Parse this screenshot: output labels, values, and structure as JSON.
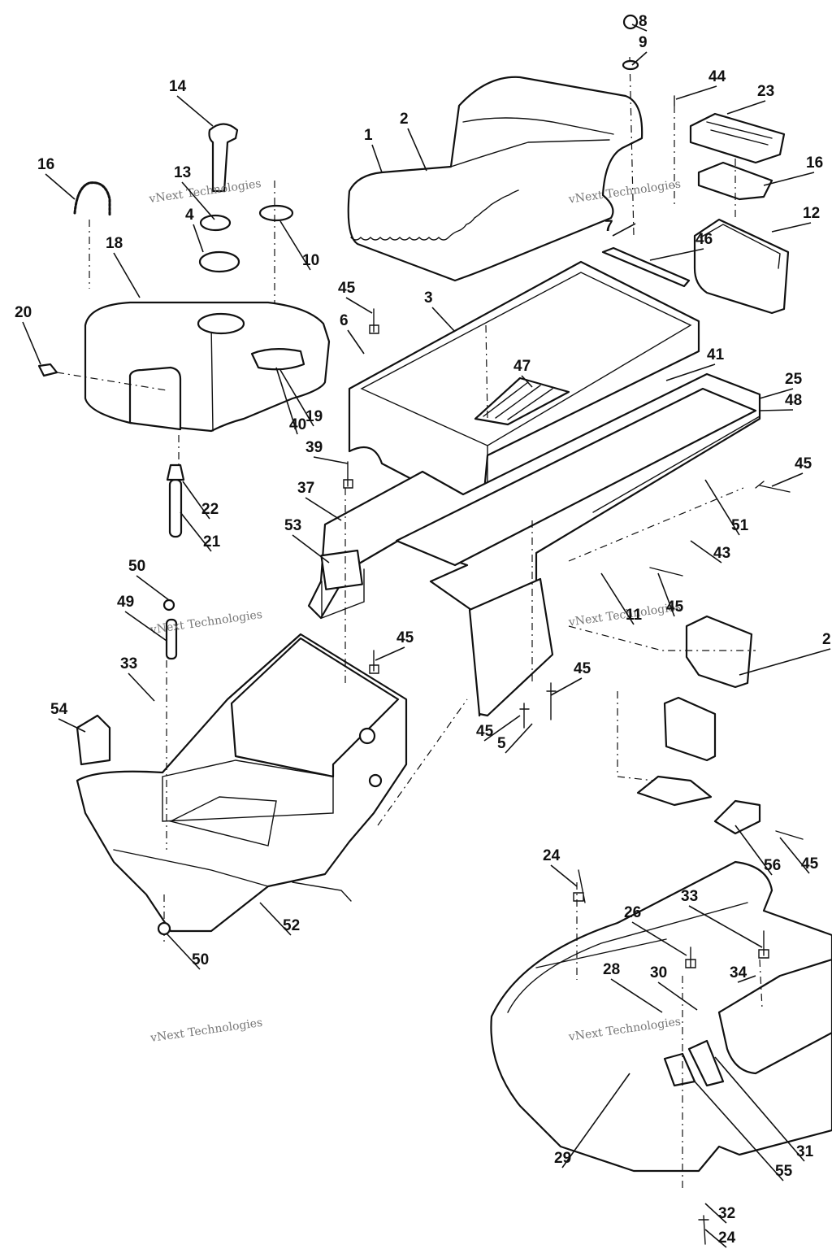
{
  "diagram": {
    "watermark": {
      "line1": "vNext",
      "line2": "vNext Technologies",
      "line3": "Technologies"
    },
    "callouts": [
      {
        "id": "c1",
        "text": "1"
      },
      {
        "id": "c2",
        "text": "2"
      },
      {
        "id": "c3",
        "text": "3"
      },
      {
        "id": "c4",
        "text": "4"
      },
      {
        "id": "c5",
        "text": "5"
      },
      {
        "id": "c6",
        "text": "6"
      },
      {
        "id": "c7",
        "text": "7"
      },
      {
        "id": "c8",
        "text": "8"
      },
      {
        "id": "c9",
        "text": "9"
      },
      {
        "id": "c10",
        "text": "10"
      },
      {
        "id": "c11",
        "text": "11"
      },
      {
        "id": "c12",
        "text": "12"
      },
      {
        "id": "c13",
        "text": "13"
      },
      {
        "id": "c14",
        "text": "14"
      },
      {
        "id": "c16a",
        "text": "16"
      },
      {
        "id": "c16b",
        "text": "16"
      },
      {
        "id": "c18",
        "text": "18"
      },
      {
        "id": "c19",
        "text": "19"
      },
      {
        "id": "c20",
        "text": "20"
      },
      {
        "id": "c21",
        "text": "21"
      },
      {
        "id": "c22",
        "text": "22"
      },
      {
        "id": "c23",
        "text": "23"
      },
      {
        "id": "c24a",
        "text": "24"
      },
      {
        "id": "c24b",
        "text": "24"
      },
      {
        "id": "c25",
        "text": "25"
      },
      {
        "id": "c26",
        "text": "26"
      },
      {
        "id": "c27",
        "text": "2"
      },
      {
        "id": "c28",
        "text": "28"
      },
      {
        "id": "c29",
        "text": "29"
      },
      {
        "id": "c30",
        "text": "30"
      },
      {
        "id": "c31",
        "text": "31"
      },
      {
        "id": "c32",
        "text": "32"
      },
      {
        "id": "c33a",
        "text": "33"
      },
      {
        "id": "c33b",
        "text": "33"
      },
      {
        "id": "c34",
        "text": "34"
      },
      {
        "id": "c37",
        "text": "37"
      },
      {
        "id": "c39",
        "text": "39"
      },
      {
        "id": "c40",
        "text": "40"
      },
      {
        "id": "c41",
        "text": "41"
      },
      {
        "id": "c43",
        "text": "43"
      },
      {
        "id": "c44",
        "text": "44"
      },
      {
        "id": "c45a",
        "text": "45"
      },
      {
        "id": "c45b",
        "text": "45"
      },
      {
        "id": "c45c",
        "text": "45"
      },
      {
        "id": "c45d",
        "text": "45"
      },
      {
        "id": "c45e",
        "text": "45"
      },
      {
        "id": "c45f",
        "text": "45"
      },
      {
        "id": "c45g",
        "text": "45"
      },
      {
        "id": "c46",
        "text": "46"
      },
      {
        "id": "c47",
        "text": "47"
      },
      {
        "id": "c48",
        "text": "48"
      },
      {
        "id": "c49",
        "text": "49"
      },
      {
        "id": "c50a",
        "text": "50"
      },
      {
        "id": "c50b",
        "text": "50"
      },
      {
        "id": "c51",
        "text": "51"
      },
      {
        "id": "c52",
        "text": "52"
      },
      {
        "id": "c53",
        "text": "53"
      },
      {
        "id": "c54",
        "text": "54"
      },
      {
        "id": "c55",
        "text": "55"
      },
      {
        "id": "c56",
        "text": "56"
      }
    ]
  }
}
